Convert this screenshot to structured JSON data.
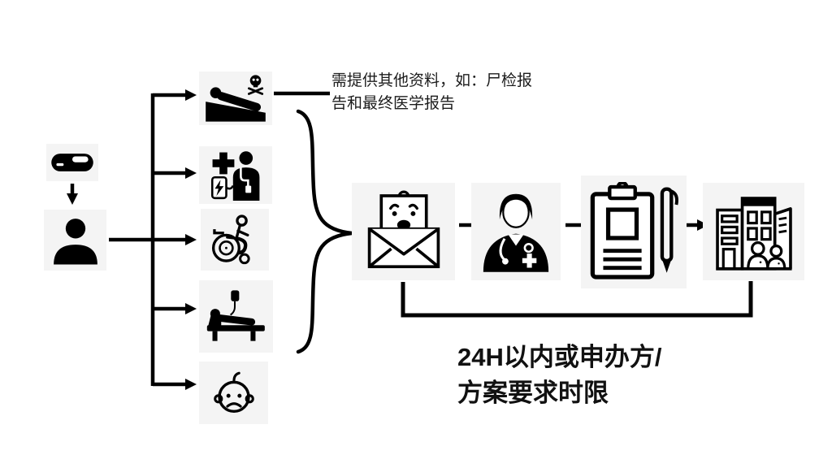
{
  "colors": {
    "background": "#ffffff",
    "ink": "#000000",
    "tile": "#f4f4f4",
    "text": "#1c1c1c"
  },
  "notes": {
    "death_documents": {
      "lines": [
        "需提供其他资料，如：尸检报",
        "告和最终医学报告"
      ]
    },
    "reporting_deadline": {
      "lines": [
        "24H以内或申办方/",
        "方案要求时限"
      ]
    }
  },
  "icons": {
    "drug": "capsule-icon",
    "subject": "person-icon",
    "death": "deathbed-skull-icon",
    "life_threatening": "defibrillator-patient-icon",
    "disability": "wheelchair-icon",
    "hospitalization": "hospital-bed-iv-icon",
    "congenital_anomaly": "sad-baby-icon",
    "sae_report": "alert-envelope-icon",
    "investigator": "doctor-icon",
    "report_form": "clipboard-pen-icon",
    "institution": "hospital-building-icon"
  }
}
